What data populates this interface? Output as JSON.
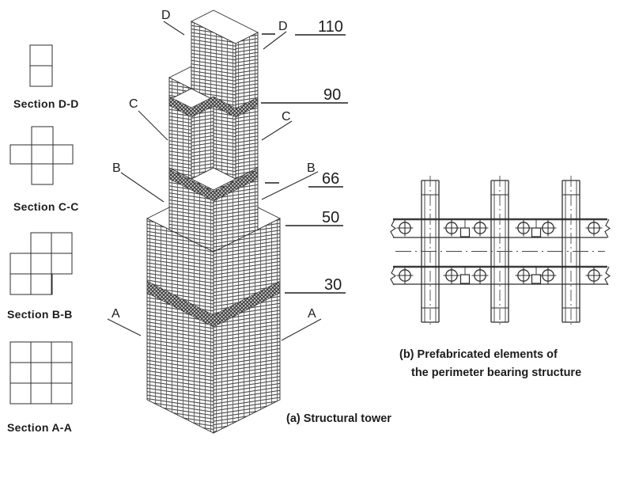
{
  "sections": [
    {
      "label": "Section D-D"
    },
    {
      "label": "Section C-C"
    },
    {
      "label": "Section B-B"
    },
    {
      "label": "Section A-A"
    }
  ],
  "tower": {
    "caption": "(a) Structural tower",
    "cuts": [
      {
        "letter": "D",
        "level": "110"
      },
      {
        "letter": "C",
        "level": "90"
      },
      {
        "letter": "B",
        "level": "66"
      },
      {
        "letter": "A",
        "level": "30"
      }
    ],
    "level_marks": [
      {
        "value": "110"
      },
      {
        "value": "90"
      },
      {
        "value": "66"
      },
      {
        "value": "50"
      },
      {
        "value": "30"
      }
    ]
  },
  "panel_b": {
    "caption_line1": "(b) Prefabricated elements of",
    "caption_line2": "the perimeter bearing structure"
  },
  "colors": {
    "background": "#ffffff",
    "line": "#2d2d2d",
    "band_fill": "#cfcfcf",
    "band_hatch": "#262626"
  }
}
